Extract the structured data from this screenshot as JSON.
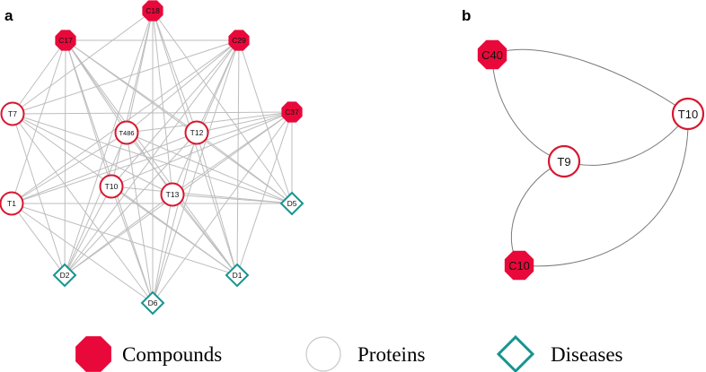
{
  "panels": [
    {
      "letter": "a",
      "nodes": [
        {
          "id": "C18",
          "label": "C18",
          "type": "compound"
        },
        {
          "id": "C17",
          "label": "C17",
          "type": "compound"
        },
        {
          "id": "C29",
          "label": "C29",
          "type": "compound"
        },
        {
          "id": "C37",
          "label": "C37",
          "type": "compound"
        },
        {
          "id": "T7",
          "label": "T7",
          "type": "protein"
        },
        {
          "id": "T486",
          "label": "T486",
          "type": "protein"
        },
        {
          "id": "T12",
          "label": "T12",
          "type": "protein"
        },
        {
          "id": "T10",
          "label": "T10",
          "type": "protein"
        },
        {
          "id": "T13",
          "label": "T13",
          "type": "protein"
        },
        {
          "id": "T1",
          "label": "T1",
          "type": "protein"
        },
        {
          "id": "D5",
          "label": "D5",
          "type": "disease"
        },
        {
          "id": "D2",
          "label": "D2",
          "type": "disease"
        },
        {
          "id": "D1",
          "label": "D1",
          "type": "disease"
        },
        {
          "id": "D6",
          "label": "D6",
          "type": "disease"
        }
      ],
      "edges": [
        [
          "C18",
          "T7"
        ],
        [
          "C18",
          "T486"
        ],
        [
          "C18",
          "T12"
        ],
        [
          "C18",
          "T10"
        ],
        [
          "C18",
          "T13"
        ],
        [
          "C18",
          "D2"
        ],
        [
          "C18",
          "D6"
        ],
        [
          "C18",
          "D1"
        ],
        [
          "C18",
          "D5"
        ],
        [
          "C17",
          "T7"
        ],
        [
          "C17",
          "T486"
        ],
        [
          "C17",
          "T12"
        ],
        [
          "C17",
          "T10"
        ],
        [
          "C17",
          "T13"
        ],
        [
          "C17",
          "T1"
        ],
        [
          "C17",
          "D5"
        ],
        [
          "C17",
          "D1"
        ],
        [
          "C17",
          "D6"
        ],
        [
          "C17",
          "D2"
        ],
        [
          "C29",
          "T7"
        ],
        [
          "C29",
          "T486"
        ],
        [
          "C29",
          "T12"
        ],
        [
          "C29",
          "T10"
        ],
        [
          "C29",
          "T13"
        ],
        [
          "C29",
          "T1"
        ],
        [
          "C29",
          "D2"
        ],
        [
          "C29",
          "D6"
        ],
        [
          "C29",
          "D1"
        ],
        [
          "C29",
          "D5"
        ],
        [
          "C37",
          "T486"
        ],
        [
          "C37",
          "T12"
        ],
        [
          "C37",
          "T10"
        ],
        [
          "C37",
          "T13"
        ],
        [
          "C37",
          "T1"
        ],
        [
          "C37",
          "D2"
        ],
        [
          "C37",
          "D6"
        ],
        [
          "C37",
          "D5"
        ],
        [
          "C37",
          "D1"
        ],
        [
          "T7",
          "D1"
        ],
        [
          "T7",
          "D6"
        ],
        [
          "T7",
          "D5"
        ],
        [
          "T7",
          "D2"
        ],
        [
          "T7",
          "T13"
        ],
        [
          "T486",
          "D1"
        ],
        [
          "T486",
          "D2"
        ],
        [
          "T486",
          "D6"
        ],
        [
          "T486",
          "D5"
        ],
        [
          "T486",
          "T1"
        ],
        [
          "T12",
          "D2"
        ],
        [
          "T12",
          "D6"
        ],
        [
          "T12",
          "D1"
        ],
        [
          "T12",
          "D5"
        ],
        [
          "T12",
          "T1"
        ],
        [
          "T10",
          "D1"
        ],
        [
          "T10",
          "D2"
        ],
        [
          "T10",
          "D6"
        ],
        [
          "T10",
          "D5"
        ],
        [
          "T13",
          "D5"
        ],
        [
          "T13",
          "D1"
        ],
        [
          "T13",
          "D2"
        ],
        [
          "T13",
          "D6"
        ],
        [
          "T1",
          "D5"
        ],
        [
          "T1",
          "D1"
        ],
        [
          "T1",
          "D2"
        ],
        [
          "T1",
          "D6"
        ],
        [
          "C17",
          "C29"
        ],
        [
          "T7",
          "C37"
        ]
      ]
    },
    {
      "letter": "b",
      "nodes": [
        {
          "id": "C40",
          "label": "C40",
          "type": "compound"
        },
        {
          "id": "T10",
          "label": "T10",
          "type": "protein"
        },
        {
          "id": "T9",
          "label": "T9",
          "type": "protein"
        },
        {
          "id": "C10",
          "label": "C10",
          "type": "compound"
        }
      ],
      "edges": [
        [
          "C40",
          "T10"
        ],
        [
          "C40",
          "T9"
        ],
        [
          "T9",
          "T10"
        ],
        [
          "T9",
          "C10"
        ],
        [
          "C10",
          "T10"
        ]
      ]
    }
  ],
  "legend": [
    {
      "label": "Compounds",
      "type": "compound"
    },
    {
      "label": "Proteins",
      "type": "protein"
    },
    {
      "label": "Diseases",
      "type": "disease"
    }
  ],
  "colors": {
    "compound": "#e8093a",
    "protein_stroke": "#d7172f",
    "disease_stroke": "#17948f",
    "legend_protein_stroke": "#c8c8c8"
  }
}
